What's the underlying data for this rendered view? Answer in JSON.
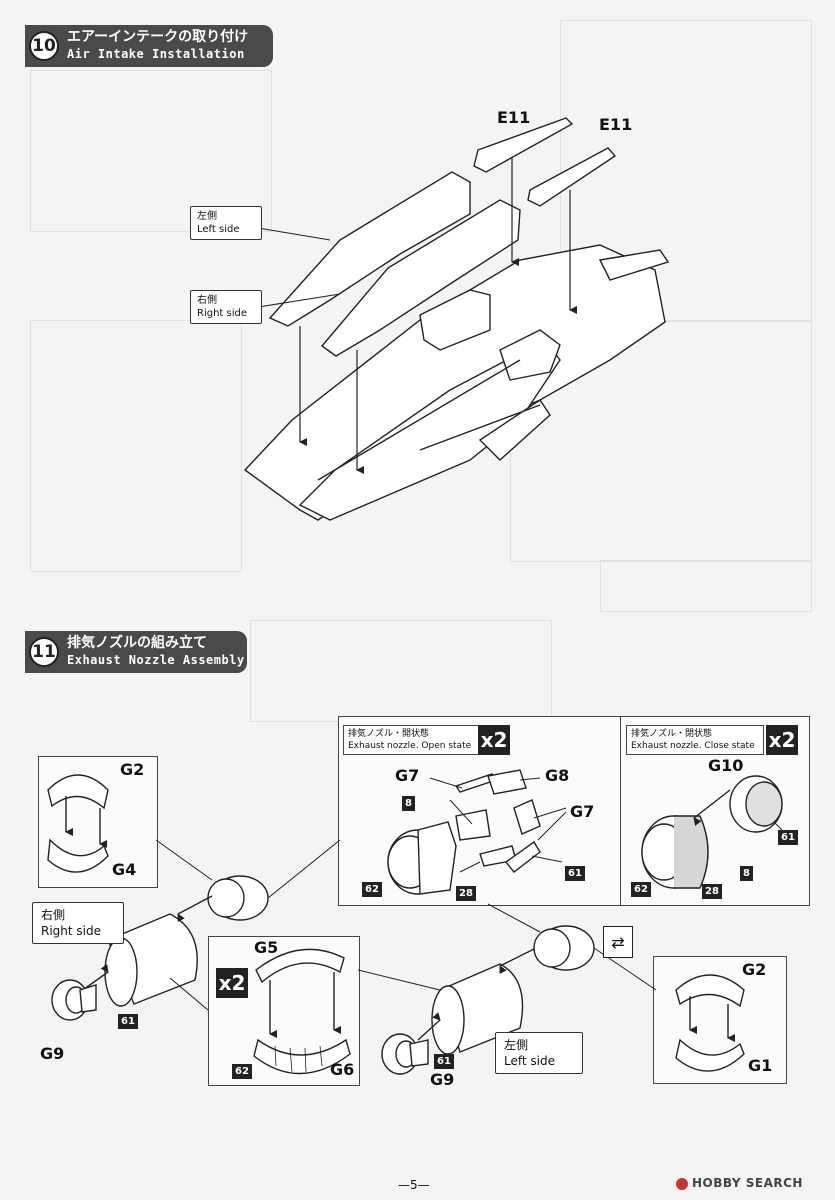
{
  "step10": {
    "number": "10",
    "title_jp": "エアーインテークの取り付け",
    "title_en": "Air Intake Installation",
    "parts": {
      "e11_left": "E11",
      "e11_right": "E11"
    },
    "left_side": {
      "jp": "左側",
      "en": "Left side"
    },
    "right_side": {
      "jp": "右側",
      "en": "Right side"
    }
  },
  "step11": {
    "number": "11",
    "title_jp": "排気ノズルの組み立て",
    "title_en": "Exhaust Nozzle Assembly",
    "open_state": {
      "jp": "排気ノズル・開状態",
      "en": "Exhaust nozzle. Open state",
      "qty": "x2",
      "parts": {
        "g7a": "G7",
        "g8": "G8",
        "g7b": "G7",
        "n8": "8",
        "n61": "61",
        "n62": "62",
        "n28": "28"
      }
    },
    "close_state": {
      "jp": "排気ノズル・閉状態",
      "en": "Exhaust nozzle. Close state",
      "qty": "x2",
      "parts": {
        "g10": "G10",
        "n61": "61",
        "n62": "62",
        "n28": "28",
        "n8": "8"
      }
    },
    "upper_left": {
      "g2": "G2",
      "g4": "G4"
    },
    "right_side": {
      "jp": "右側",
      "en": "Right side",
      "n61": "61",
      "g9": "G9"
    },
    "middle": {
      "qty": "x2",
      "g5": "G5",
      "n62": "62",
      "g6": "G6"
    },
    "left_side": {
      "jp": "左側",
      "en": "Left side",
      "n61": "61",
      "g9": "G9"
    },
    "lower_right": {
      "g2": "G2",
      "g1": "G1"
    }
  },
  "footer": {
    "page": "—5—",
    "watermark": "HOBBY SEARCH"
  }
}
